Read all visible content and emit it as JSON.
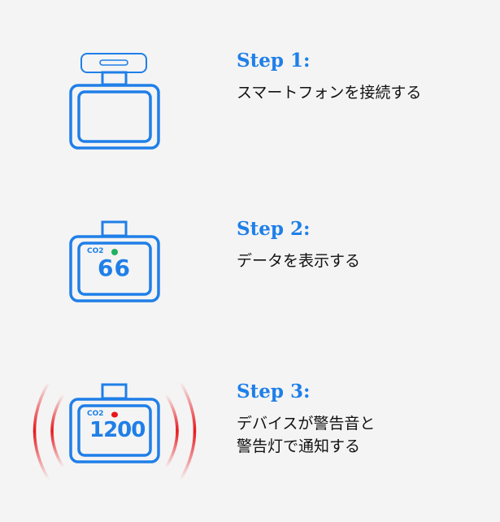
{
  "colors": {
    "accent": "#1f7fe8",
    "ok": "#22b060",
    "alert": "#e8161b",
    "background": "#f4f4f4"
  },
  "steps": [
    {
      "title": "Step 1:",
      "lines": [
        "スマートフォンを接続する"
      ],
      "icon": "phone-connect-icon"
    },
    {
      "title": "Step 2:",
      "lines": [
        "データを表示する"
      ],
      "icon": "co2-monitor-icon",
      "label": "CO2",
      "value": "66"
    },
    {
      "title": "Step 3:",
      "lines": [
        "デバイスが警告音と",
        "警告灯で通知する"
      ],
      "icon": "co2-alarm-icon",
      "label": "CO2",
      "value": "1200"
    }
  ]
}
